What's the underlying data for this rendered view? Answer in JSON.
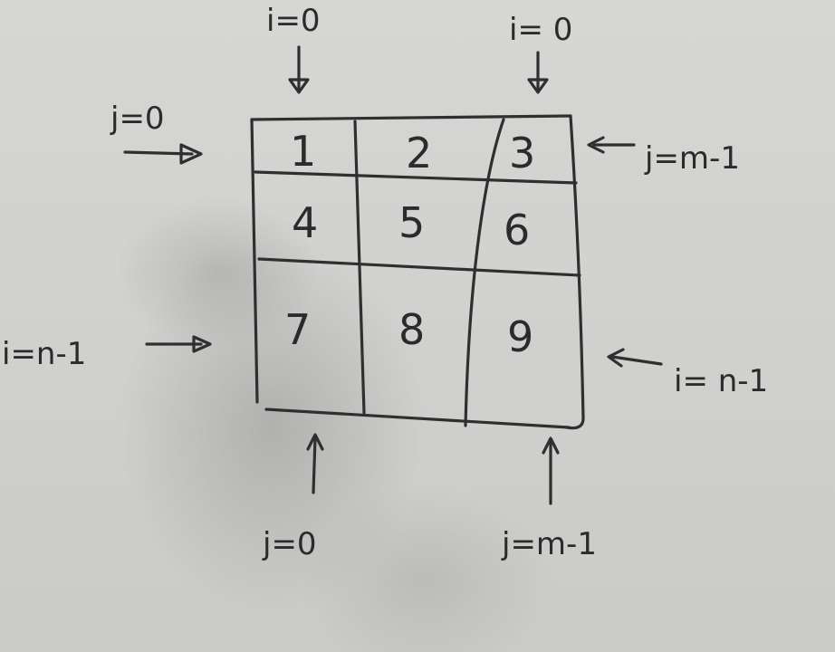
{
  "matrix": {
    "cells": [
      [
        "1",
        "2",
        "3"
      ],
      [
        "4",
        "5",
        "6"
      ],
      [
        "7",
        "8",
        "9"
      ]
    ]
  },
  "labels": {
    "top_left": "i=0",
    "top_right": "i= 0",
    "left_top": "j=0",
    "right_top": "j=m-1",
    "left_bottom": "i=n-1",
    "right_bottom": "i= n-1",
    "bottom_left": "j=0",
    "bottom_right": "j=m-1"
  }
}
